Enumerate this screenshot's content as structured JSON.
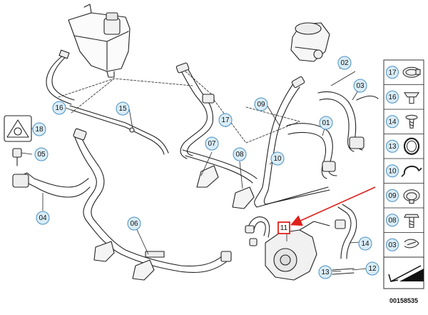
{
  "diagram": {
    "colors": {
      "callout_fill": "#d9ecf7",
      "callout_stroke": "#4a90c2",
      "highlight_stroke": "#e0201b",
      "arrow": "#e0201b",
      "line": "#222222"
    },
    "callouts": [
      {
        "id": "c16",
        "label": "16"
      },
      {
        "id": "c15",
        "label": "15"
      },
      {
        "id": "c18",
        "label": "18"
      },
      {
        "id": "c05",
        "label": "05"
      },
      {
        "id": "c04",
        "label": "04"
      },
      {
        "id": "c17",
        "label": "17"
      },
      {
        "id": "c07",
        "label": "07"
      },
      {
        "id": "c08",
        "label": "08"
      },
      {
        "id": "c06",
        "label": "06"
      },
      {
        "id": "c09",
        "label": "09"
      },
      {
        "id": "c10",
        "label": "10"
      },
      {
        "id": "c01",
        "label": "01"
      },
      {
        "id": "c02",
        "label": "02"
      },
      {
        "id": "c03",
        "label": "03"
      },
      {
        "id": "c11",
        "label": "11"
      },
      {
        "id": "c14",
        "label": "14"
      },
      {
        "id": "c13",
        "label": "13"
      },
      {
        "id": "c12",
        "label": "12"
      }
    ],
    "legend": [
      {
        "label": "17",
        "icon": "hose-clamp-icon"
      },
      {
        "label": "16",
        "icon": "plastic-clip-icon"
      },
      {
        "label": "14",
        "icon": "screw-icon"
      },
      {
        "label": "13",
        "icon": "sealing-ring-icon"
      },
      {
        "label": "10",
        "icon": "spring-clamp-icon"
      },
      {
        "label": "09",
        "icon": "band-clamp-icon"
      },
      {
        "label": "08",
        "icon": "hex-bolt-icon"
      },
      {
        "label": "03",
        "icon": "wire-clip-icon"
      }
    ],
    "diagram_code": "00158535"
  }
}
